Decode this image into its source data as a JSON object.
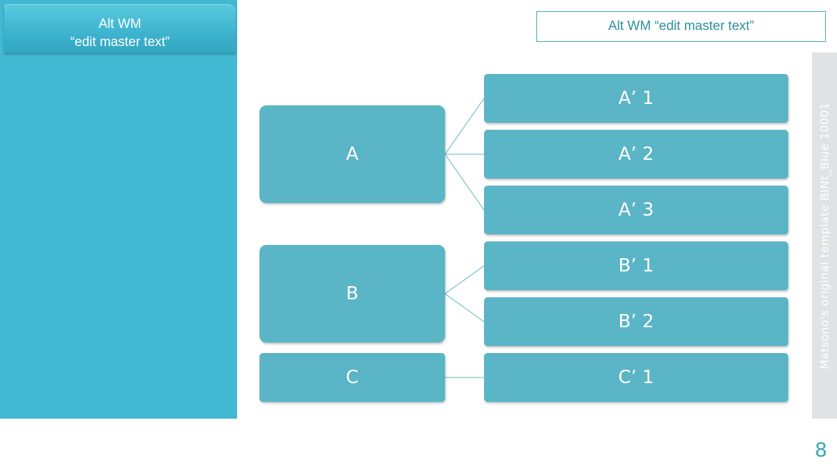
{
  "left_tab": {
    "line1": "Alt WM",
    "line2": "“edit master text”"
  },
  "header_box": {
    "text": "Alt WM “edit master text”"
  },
  "side_strip": {
    "text": "Matsono's original template BINt_Blue 10001"
  },
  "diagram": {
    "parents": [
      {
        "label": "A",
        "children": [
          "A’ 1",
          "A’ 2",
          "A’ 3"
        ]
      },
      {
        "label": "B",
        "children": [
          "B’ 1",
          "B’ 2"
        ]
      },
      {
        "label": "C",
        "children": [
          "C’ 1"
        ]
      }
    ]
  },
  "colors": {
    "panel": "#42b9d3",
    "node": "#5ab5c6",
    "connector": "#7cc4d0"
  },
  "page_number": "8"
}
